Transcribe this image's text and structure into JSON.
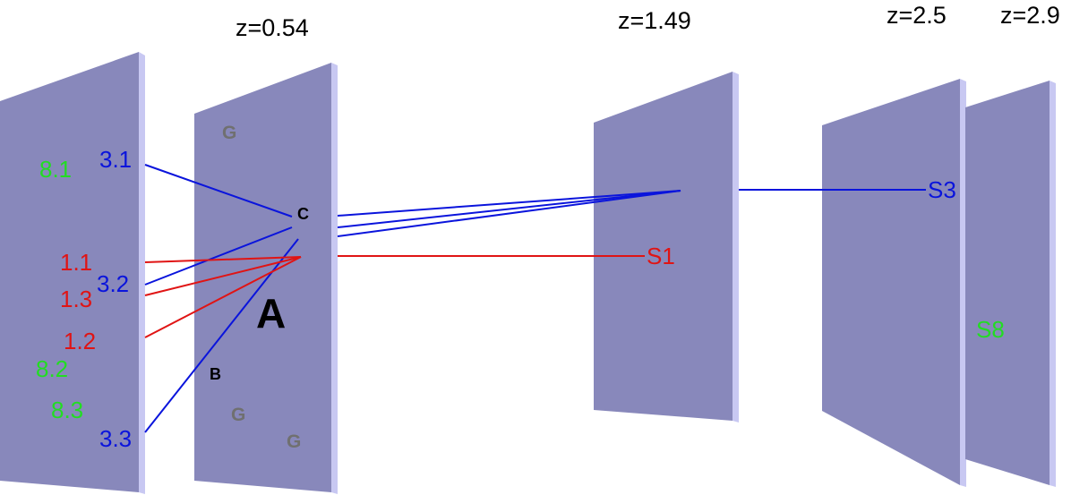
{
  "colors": {
    "plane_face": "#8888bb",
    "plane_edge": "#c8c8f2",
    "blue": "#0a14dc",
    "red": "#e01414",
    "green": "#22dd22",
    "gray": "#707070",
    "black": "#000000"
  },
  "redshift_labels": {
    "z1": "z=0.54",
    "z2": "z=1.49",
    "z3": "z=2.5",
    "z4": "z=2.9"
  },
  "source_labels": {
    "s31": "3.1",
    "s32": "3.2",
    "s33": "3.3",
    "s11": "1.1",
    "s13": "1.3",
    "s12": "1.2",
    "s81": "8.1",
    "s82": "8.2",
    "s83": "8.3"
  },
  "lens_labels": {
    "g1": "G",
    "g2": "G",
    "g3": "G",
    "c": "C",
    "a": "A",
    "b": "B"
  },
  "background_labels": {
    "s1": "S1",
    "s3": "S3",
    "s8": "S8"
  }
}
